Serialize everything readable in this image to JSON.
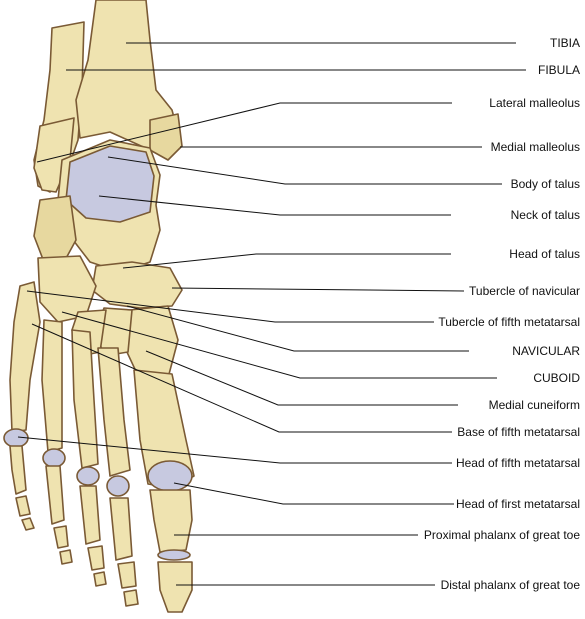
{
  "labels": {
    "tibia": "TIBIA",
    "fibula": "FIBULA",
    "lateral_malleolus": "Lateral malleolus",
    "medial_malleolus": "Medial malleolus",
    "body_of_talus": "Body of talus",
    "neck_of_talus": "Neck of talus",
    "head_of_talus": "Head of talus",
    "tubercle_of_navicular": "Tubercle of navicular",
    "tubercle_of_fifth_metatarsal": "Tubercle of fifth metatarsal",
    "navicular": "NAVICULAR",
    "cuboid": "CUBOID",
    "medial_cuneiform": "Medial cuneiform",
    "base_of_fifth_metatarsal": "Base of fifth metatarsal",
    "head_of_fifth_metatarsal": "Head of fifth metatarsal",
    "head_of_first_metatarsal": "Head of first metatarsal",
    "proximal_phalanx_great_toe": "Proximal phalanx of great toe",
    "distal_phalanx_great_toe": "Distal phalanx of great toe"
  },
  "colors": {
    "bone": "#efe3b0",
    "bone_shade": "#d9c98a",
    "bone_outline": "#7a5a35",
    "cartilage": "#c7c9e0",
    "leader_line": "#111111",
    "background": "#ffffff"
  }
}
